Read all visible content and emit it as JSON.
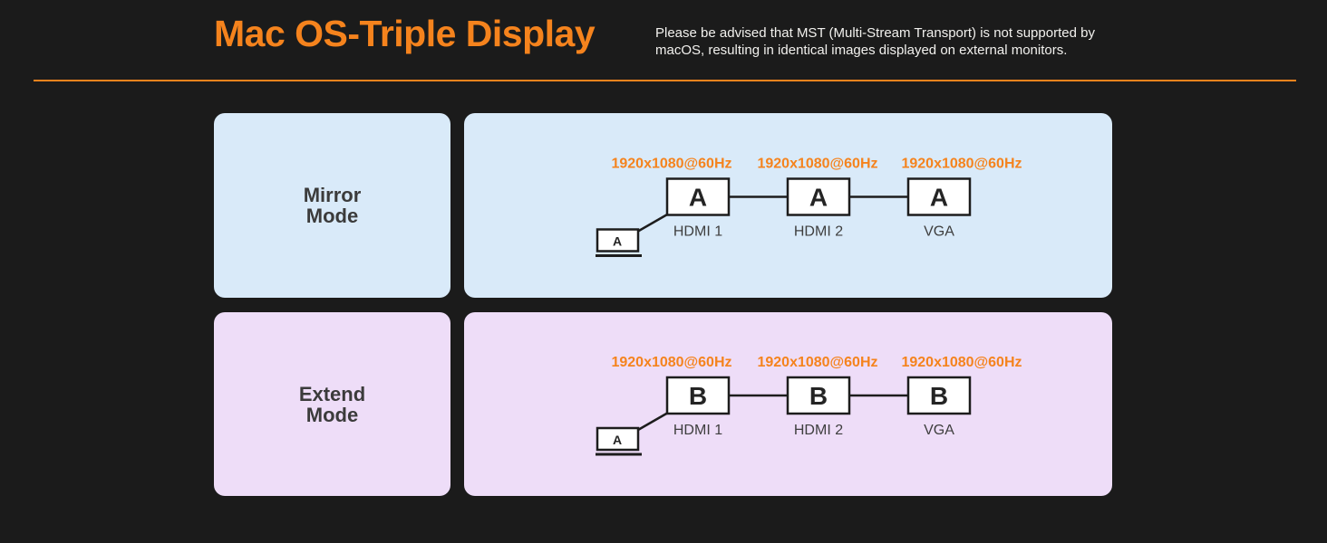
{
  "theme": {
    "background": "#1b1b1b",
    "accent_orange": "#f5831d",
    "note_text": "#f2f1ee",
    "dark_text": "#3b3b3b"
  },
  "header": {
    "title": "Mac OS-Triple Display",
    "note_lines": [
      "Please be advised that MST (Multi-Stream Transport) is not supported by",
      "macOS, resulting in identical images displayed on external monitors."
    ]
  },
  "modes": [
    {
      "name": "Mirror Mode",
      "label": "Mirror\nMode",
      "card_color": "#d9eaf9",
      "source_label": "A",
      "displays": [
        {
          "letter": "A",
          "port": "HDMI 1",
          "resolution": "1920x1080@60Hz"
        },
        {
          "letter": "A",
          "port": "HDMI 2",
          "resolution": "1920x1080@60Hz"
        },
        {
          "letter": "A",
          "port": "VGA",
          "resolution": "1920x1080@60Hz"
        }
      ]
    },
    {
      "name": "Extend Mode",
      "label": "Extend\nMode",
      "card_color": "#eeddf8",
      "source_label": "A",
      "displays": [
        {
          "letter": "B",
          "port": "HDMI 1",
          "resolution": "1920x1080@60Hz"
        },
        {
          "letter": "B",
          "port": "HDMI 2",
          "resolution": "1920x1080@60Hz"
        },
        {
          "letter": "B",
          "port": "VGA",
          "resolution": "1920x1080@60Hz"
        }
      ]
    }
  ]
}
